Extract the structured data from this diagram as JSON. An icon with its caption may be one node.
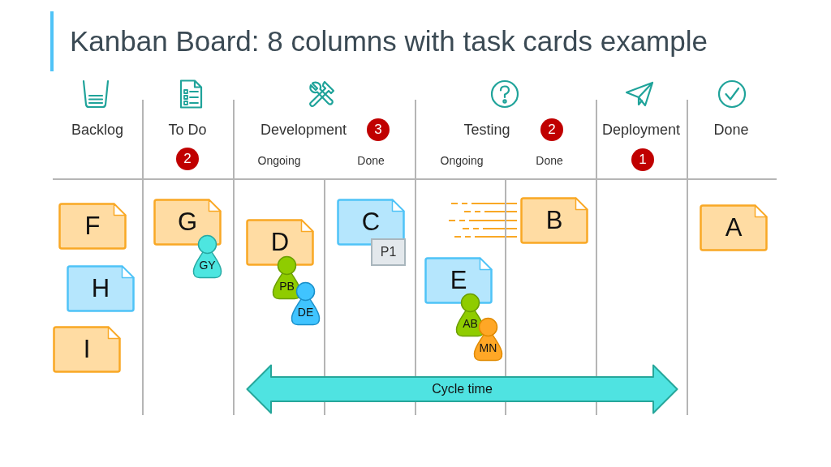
{
  "diagram": {
    "title": "Kanban Board: 8 columns with task cards example",
    "nodes": [
      {
        "text": [
          "Backlog"
        ]
      },
      {
        "text": [
          "To Do"
        ]
      },
      {
        "text": [
          "2"
        ],
        "in": 1
      },
      {
        "text": [
          "Development"
        ]
      },
      {
        "text": [
          "3"
        ],
        "in": 3
      },
      {
        "text": [
          "Ongoing"
        ],
        "in": 3
      },
      {
        "text": [
          "Done"
        ],
        "in": 3
      },
      {
        "text": [
          "Testing"
        ]
      },
      {
        "text": [
          "2"
        ],
        "in": 7
      },
      {
        "text": [
          "Ongoing"
        ],
        "in": 7
      },
      {
        "text": [
          "Done"
        ],
        "in": 7
      },
      {
        "text": [
          "Deployment"
        ]
      },
      {
        "text": [
          "1"
        ],
        "in": 11
      },
      {
        "text": [
          "Done"
        ]
      },
      {
        "text": [
          "F"
        ],
        "in": 0
      },
      {
        "text": [
          "H"
        ],
        "in": 0
      },
      {
        "text": [
          "I"
        ],
        "in": 0
      },
      {
        "text": [
          "G"
        ],
        "in": 1
      },
      {
        "text": [
          "GY"
        ],
        "in": 1
      },
      {
        "text": [
          "D"
        ],
        "in": 5
      },
      {
        "text": [
          "PB"
        ],
        "in": 5
      },
      {
        "text": [
          "DE"
        ],
        "in": 5
      },
      {
        "text": [
          "C"
        ],
        "in": 6
      },
      {
        "text": [
          "P1"
        ],
        "in": 6
      },
      {
        "text": [
          "E"
        ],
        "in": 9
      },
      {
        "text": [
          "AB"
        ],
        "in": 9
      },
      {
        "text": [
          "MN"
        ],
        "in": 9
      },
      {
        "text": [
          "B"
        ],
        "in": 10
      },
      {
        "text": [
          "A"
        ],
        "in": 13
      },
      {
        "text": [
          "Cycle time"
        ]
      }
    ]
  }
}
